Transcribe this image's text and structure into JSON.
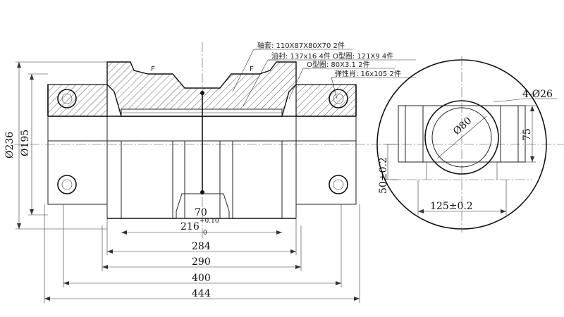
{
  "notes": {
    "bushing": "轴套: 110X87X80X70  2件",
    "seal": "油封: 137x16 4件 O型圈: 121X9 4件",
    "oring": "O型圈: 80X3.1 2件",
    "pin": "弹性肖: 16x105 2件"
  },
  "section_marks": {
    "left": "F",
    "right": "F"
  },
  "dims": {
    "d236": "Ø236",
    "d195": "Ø195",
    "w70": "70",
    "w216": "216",
    "w216_tol_upper": "+0.10",
    "w216_tol_lower": "0",
    "w284": "284",
    "w290": "290",
    "w400": "400",
    "w444": "444"
  },
  "side_view": {
    "holes": "4-Ø26",
    "bore": "Ø80",
    "h75": "75",
    "v50": "50±0.2",
    "h125": "125±0.2"
  }
}
